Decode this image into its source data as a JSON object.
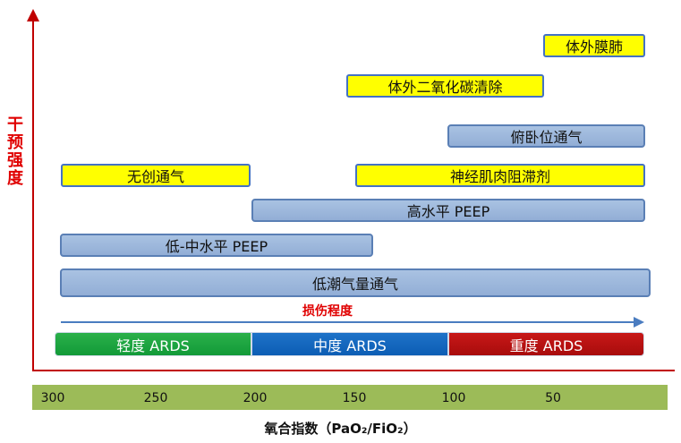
{
  "y_axis_label": "干\n预\n强\n度",
  "interventions": {
    "ecmo": "体外膜肺",
    "ecco2r": "体外二氧化碳清除",
    "prone": "俯卧位通气",
    "niv": "无创通气",
    "nmba": "神经肌肉阻滞剂",
    "high_peep": "高水平 PEEP",
    "low_mid_peep": "低-中水平 PEEP",
    "low_tidal": "低潮气量通气"
  },
  "damage_label": "损伤程度",
  "severity": {
    "mild": "轻度 ARDS",
    "moderate": "中度 ARDS",
    "severe": "重度 ARDS"
  },
  "x_ticks": [
    "300",
    "250",
    "200",
    "150",
    "100",
    "50"
  ],
  "x_axis_title": "氧合指数（PaO₂/FiO₂）",
  "colors": {
    "axis": "#c00000",
    "blue_bar": "#9db7dc",
    "yellow_bar": "#ffff00",
    "mild": "#1fa843",
    "moderate": "#1565c0",
    "severe": "#b71010",
    "scale_band": "#9cbb58"
  }
}
